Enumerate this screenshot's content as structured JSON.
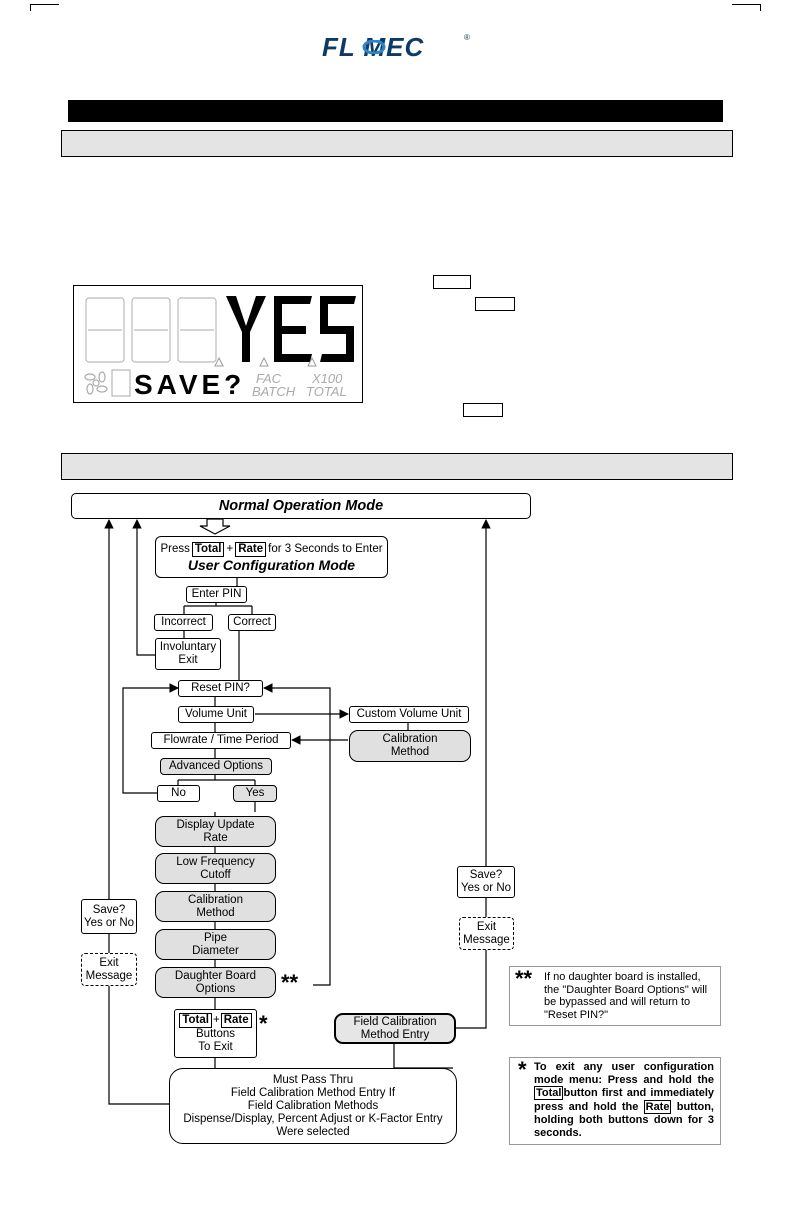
{
  "header": {
    "logo_text": "FL MEC",
    "logo_mark": "®"
  },
  "lcd": {
    "main_digits": "YES",
    "sub_text": "SAVE?",
    "fac_label": "FAC",
    "batch_label": "BATCH",
    "x100_label": "X100",
    "total_label": "TOTAL"
  },
  "flowchart": {
    "normal_mode": "Normal Operation Mode",
    "enter_press": "Press",
    "total_key": "Total",
    "plus": "+",
    "rate_key": "Rate",
    "enter_for": "for 3 Seconds to Enter",
    "user_config": "User Configuration Mode",
    "enter_pin": "Enter PIN",
    "incorrect": "Incorrect",
    "correct": "Correct",
    "involuntary_exit": [
      "Involuntary",
      "Exit"
    ],
    "reset_pin": "Reset PIN?",
    "volume_unit": "Volume Unit",
    "custom_volume_unit": "Custom Volume Unit",
    "flowrate_time": "Flowrate / Time Period",
    "calibration_method_right": [
      "Calibration",
      "Method"
    ],
    "advanced_options": "Advanced Options",
    "no": "No",
    "yes": "Yes",
    "display_update_rate": [
      "Display Update",
      "Rate"
    ],
    "low_frequency_cutoff": [
      "Low Frequency",
      "Cutoff"
    ],
    "calibration_method": [
      "Calibration",
      "Method"
    ],
    "pipe_diameter": [
      "Pipe",
      "Diameter"
    ],
    "daughter_board_options": [
      "Daughter Board",
      "Options"
    ],
    "double_star": "**",
    "single_star": "*",
    "exit_buttons": [
      "Buttons",
      "To Exit"
    ],
    "field_calibration_entry": [
      "Field Calibration",
      "Method Entry"
    ],
    "save_left": [
      "Save?",
      "Yes or No"
    ],
    "exit_message_left": [
      "Exit",
      "Message"
    ],
    "save_right": [
      "Save?",
      "Yes or No"
    ],
    "exit_message_right": [
      "Exit",
      "Message"
    ],
    "must_pass": [
      "Must Pass Thru",
      "Field Calibration Method Entry If",
      "Field Calibration Methods",
      "Dispense/Display, Percent Adjust or K-Factor Entry",
      "Were selected"
    ]
  },
  "notes": {
    "daughter_note": "If no daughter board is installed, the \"Daughter Board Options\" will be bypassed and will return to \"Reset PIN?\"",
    "exit_note_lead": "To exit any user configuration mode menu:",
    "exit_note_1": "Press and hold the",
    "exit_note_total": "Total",
    "exit_note_2": "button first and immediately press and hold the",
    "exit_note_rate": "Rate",
    "exit_note_3": "button, holding both buttons down for 3 seconds."
  }
}
